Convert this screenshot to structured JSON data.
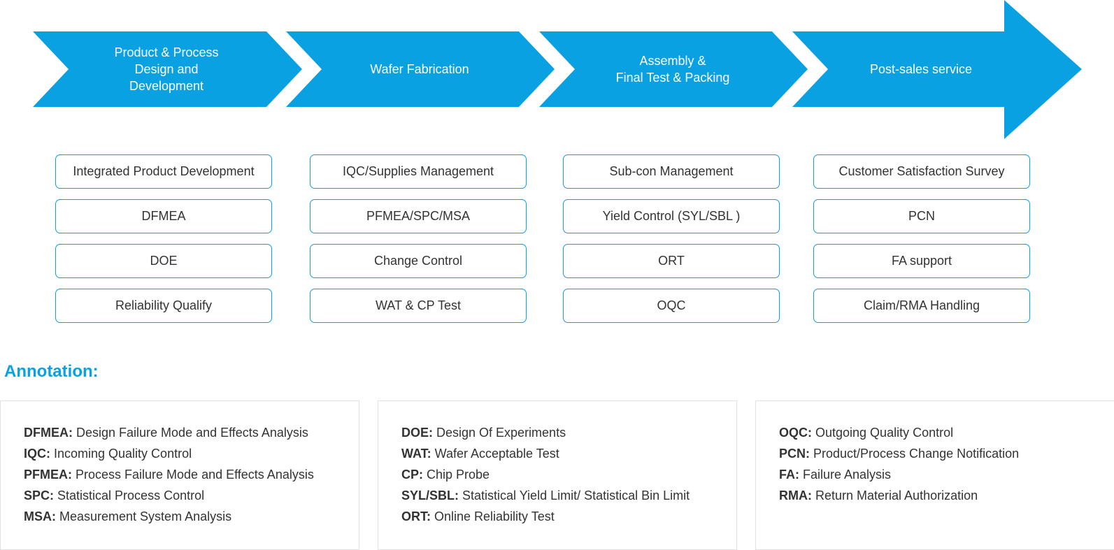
{
  "colors": {
    "accent": "#0aa1e2",
    "text": "#333333",
    "box_border": "#0aa1e2",
    "card_border": "#e2e2e2"
  },
  "stages": [
    {
      "label": "Product & Process\nDesign and\nDevelopment"
    },
    {
      "label": "Wafer Fabrication"
    },
    {
      "label": "Assembly &\nFinal Test & Packing"
    },
    {
      "label": "Post-sales service"
    }
  ],
  "columns": [
    {
      "items": [
        "Integrated Product Development",
        "DFMEA",
        "DOE",
        "Reliability Qualify"
      ]
    },
    {
      "items": [
        "IQC/Supplies Management",
        "PFMEA/SPC/MSA",
        "Change Control",
        "WAT & CP Test"
      ]
    },
    {
      "items": [
        "Sub-con Management",
        "Yield Control (SYL/SBL )",
        "ORT",
        "OQC"
      ]
    },
    {
      "items": [
        "Customer Satisfaction Survey",
        "PCN",
        "FA support",
        "Claim/RMA Handling"
      ]
    }
  ],
  "annotation": {
    "title": "Annotation:",
    "cards": [
      {
        "entries": [
          {
            "abbr": "DFMEA:",
            "text": " Design Failure Mode and Effects Analysis"
          },
          {
            "abbr": "IQC:",
            "text": " Incoming Quality Control"
          },
          {
            "abbr": "PFMEA:",
            "text": " Process Failure Mode and Effects Analysis"
          },
          {
            "abbr": "SPC:",
            "text": " Statistical Process Control"
          },
          {
            "abbr": "MSA:",
            "text": " Measurement System Analysis"
          }
        ]
      },
      {
        "entries": [
          {
            "abbr": "DOE:",
            "text": " Design Of Experiments"
          },
          {
            "abbr": "WAT:",
            "text": " Wafer Acceptable Test"
          },
          {
            "abbr": "CP:",
            "text": " Chip Probe"
          },
          {
            "abbr": "SYL/SBL:",
            "text": " Statistical Yield Limit/ Statistical Bin Limit"
          },
          {
            "abbr": "ORT:",
            "text": " Online Reliability Test"
          }
        ]
      },
      {
        "entries": [
          {
            "abbr": "OQC:",
            "text": " Outgoing Quality Control"
          },
          {
            "abbr": "PCN:",
            "text": " Product/Process Change Notification"
          },
          {
            "abbr": "FA:",
            "text": " Failure Analysis"
          },
          {
            "abbr": "RMA:",
            "text": " Return Material Authorization"
          }
        ]
      }
    ]
  }
}
